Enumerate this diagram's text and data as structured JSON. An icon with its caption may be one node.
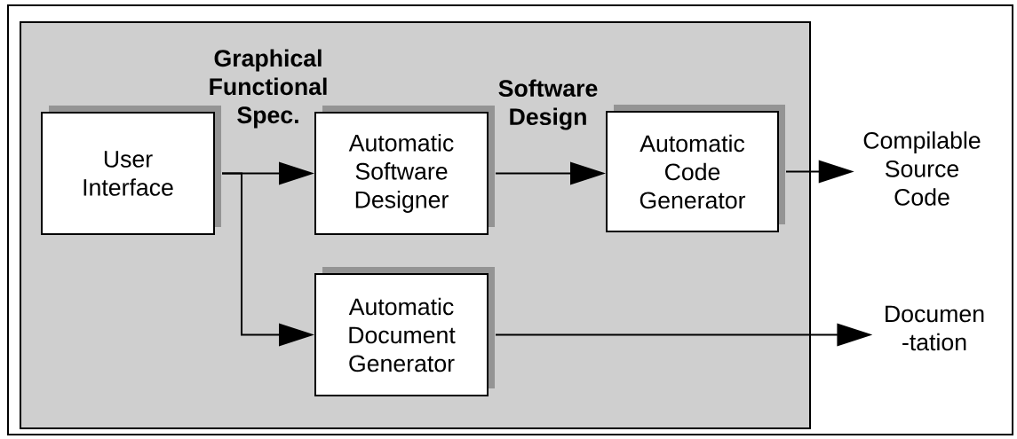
{
  "diagram": {
    "nodes": [
      {
        "text": [],
        "shape": "box"
      },
      {
        "text": [
          "User Interface"
        ],
        "in": 0
      },
      {
        "text": [
          "Automatic Software Designer"
        ],
        "in": 0
      },
      {
        "text": [
          "Automatic Code Generator"
        ],
        "in": 0
      },
      {
        "text": [
          "Automatic Document Generator"
        ],
        "in": 0
      },
      {
        "text": [
          "Compilable Source Code"
        ]
      },
      {
        "text": [
          "Documen -tation"
        ]
      }
    ],
    "edges": [
      {
        "from": 1,
        "to": 2,
        "arrow": "to",
        "label": "Graphical Functional Spec."
      },
      {
        "from": 1,
        "to": 4,
        "arrow": "to"
      },
      {
        "from": 2,
        "to": 3,
        "arrow": "to",
        "label": "Software Design"
      },
      {
        "from": 3,
        "to": 5,
        "arrow": "to"
      },
      {
        "from": 4,
        "to": 6,
        "arrow": "to"
      }
    ]
  }
}
